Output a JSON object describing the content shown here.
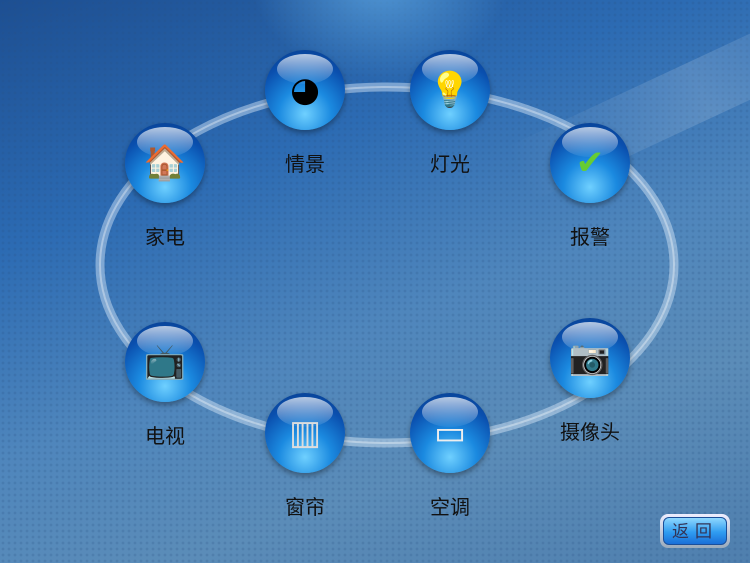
{
  "items": [
    {
      "label": "家电",
      "icon": "house-icon"
    },
    {
      "label": "情景",
      "icon": "pie-chart-icon"
    },
    {
      "label": "灯光",
      "icon": "light-bulb-icon"
    },
    {
      "label": "报警",
      "icon": "shield-check-icon"
    },
    {
      "label": "电视",
      "icon": "tv-icon"
    },
    {
      "label": "窗帘",
      "icon": "curtain-icon"
    },
    {
      "label": "空调",
      "icon": "air-conditioner-icon"
    },
    {
      "label": "摄像头",
      "icon": "webcam-icon"
    }
  ],
  "back_label": "返回"
}
